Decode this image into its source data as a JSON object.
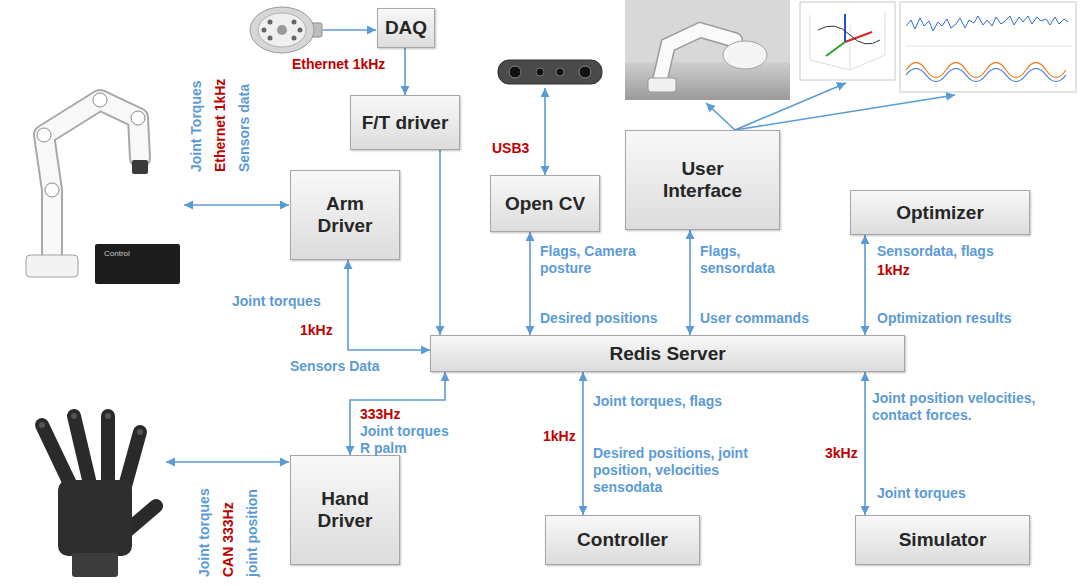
{
  "diagram": {
    "nodes": [
      {
        "text": [
          "DAQ"
        ]
      },
      {
        "text": [
          "F/T driver"
        ]
      },
      {
        "text": [
          "Open CV"
        ]
      },
      {
        "text": [
          "User Interface"
        ]
      },
      {
        "text": [
          "Optimizer"
        ]
      },
      {
        "text": [
          "Arm Driver"
        ]
      },
      {
        "text": [
          "Redis Server"
        ]
      },
      {
        "text": [
          "Hand Driver"
        ]
      },
      {
        "text": [
          "Controller"
        ]
      },
      {
        "text": [
          "Simulator"
        ]
      }
    ],
    "edges": [
      {
        "from": 0,
        "to": 1,
        "arrow": "to"
      },
      {
        "from": 1,
        "to": 6,
        "arrow": "to"
      },
      {
        "from": 2,
        "to": 6,
        "arrow": "both"
      },
      {
        "from": 3,
        "to": 6,
        "arrow": "both"
      },
      {
        "from": 4,
        "to": 6,
        "arrow": "both"
      },
      {
        "from": 5,
        "to": 6,
        "arrow": "both"
      },
      {
        "from": 7,
        "to": 6,
        "arrow": "both"
      },
      {
        "from": 8,
        "to": 6,
        "arrow": "both"
      },
      {
        "from": 9,
        "to": 6,
        "arrow": "both"
      }
    ],
    "labels": [
      "Ethernet 1kHz",
      "Joint Torques",
      "Ethernet 1kHz",
      "Sensors data",
      "Control",
      "USB3",
      "Flags, Camera posture",
      "Desired positions",
      "Flags, sensordata",
      "User commands",
      "Sensordata, flags",
      "1kHz",
      "Optimization results",
      "Joint torques",
      "1kHz",
      "Sensors Data",
      "333Hz",
      "Joint torques",
      "R palm",
      "Joint torques",
      "CAN 333Hz",
      "joint position",
      "Joint torques, flags",
      "1kHz",
      "Desired positions, joint position, velocities sensodata",
      "Joint position velocities, contact forces.",
      "3kHz",
      "Joint torques"
    ]
  }
}
